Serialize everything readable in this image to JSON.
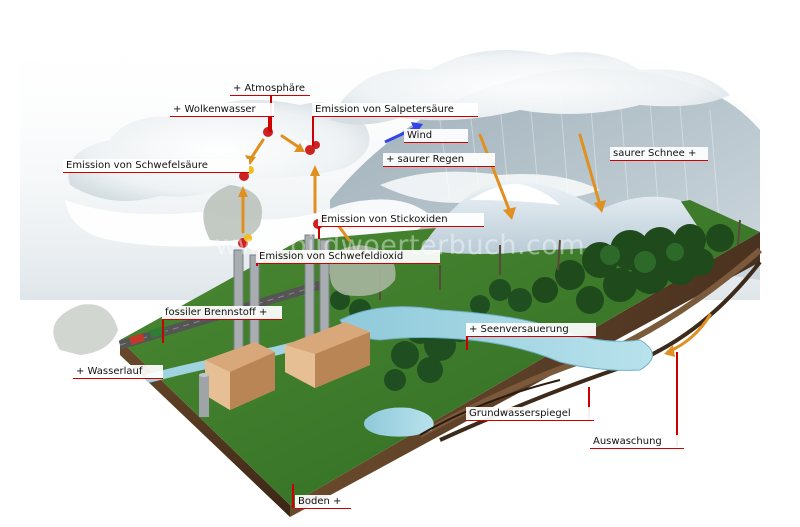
{
  "watermark": "www.bildwoerterbuch.com",
  "labels": {
    "atmosphaere": "+ Atmosphäre",
    "wolkenwasser": "+ Wolkenwasser",
    "emission_salpetersaeure": "Emission von Salpetersäure",
    "wind": "Wind",
    "emission_schwefelsaeure": "Emission von Schwefelsäure",
    "saurer_regen": "+ saurer Regen",
    "saurer_schnee": "saurer Schnee +",
    "emission_stickoxiden": "Emission von Stickoxiden",
    "emission_schwefeldioxid": "Emission von Schwefeldioxid",
    "fossiler_brennstoff": "fossiler Brennstoff +",
    "seenversauerung": "+ Seenversauerung",
    "wasserlauf": "+ Wasserlauf",
    "grundwasserspiegel": "Grundwasserspiegel",
    "auswaschung": "Auswaschung",
    "boden": "Boden +"
  },
  "colors": {
    "label_line": "#cc0000",
    "arrow_orange": "#e09020",
    "wind_arrow": "#3344ee",
    "grass": "#3f7a2c",
    "water": "#9fd3e0",
    "soil": "#5a3a22"
  }
}
